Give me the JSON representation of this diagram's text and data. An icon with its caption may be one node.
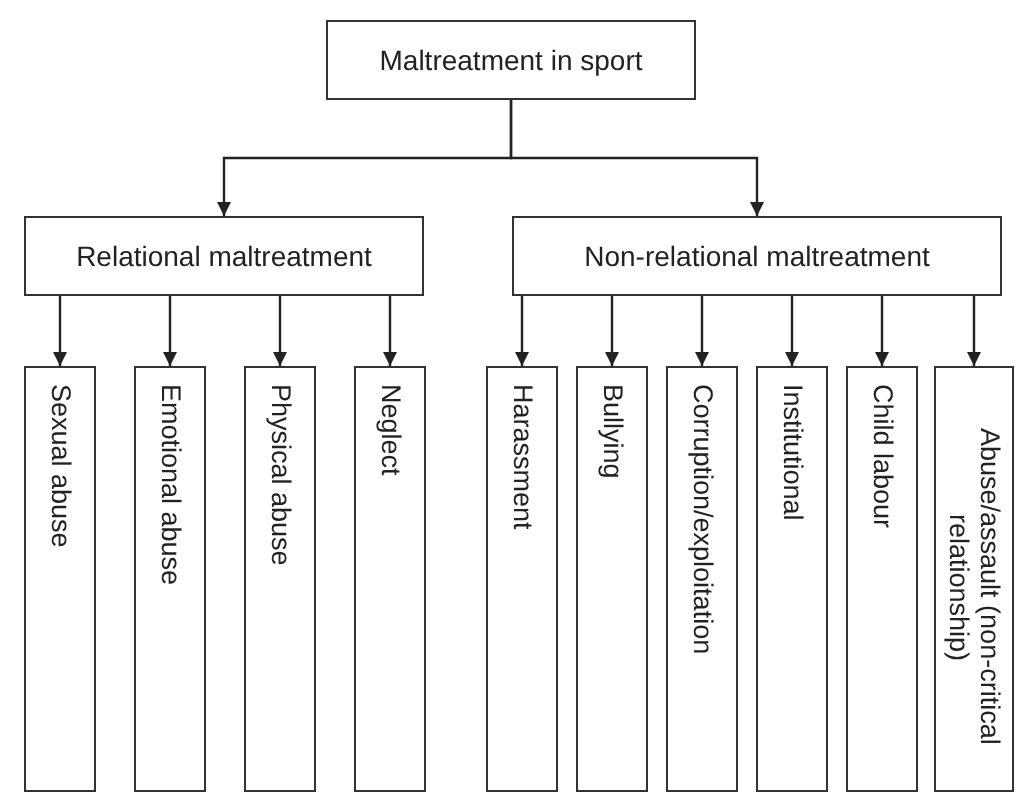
{
  "diagram": {
    "nodes": [
      {
        "text": [
          "Maltreatment in sport"
        ]
      },
      {
        "text": [
          "Relational maltreatment"
        ]
      },
      {
        "text": [
          "Non-relational maltreatment"
        ]
      },
      {
        "text": [
          "Sexual abuse"
        ]
      },
      {
        "text": [
          "Emotional abuse"
        ]
      },
      {
        "text": [
          "Physical abuse"
        ]
      },
      {
        "text": [
          "Neglect"
        ]
      },
      {
        "text": [
          "Harassment"
        ]
      },
      {
        "text": [
          "Bullying"
        ]
      },
      {
        "text": [
          "Corruption/exploitation"
        ]
      },
      {
        "text": [
          "Institutional"
        ]
      },
      {
        "text": [
          "Child labour"
        ]
      },
      {
        "text": [
          "Abuse/assault (non-critical relationship)"
        ]
      }
    ],
    "edges": [
      {
        "from": 0,
        "to": 1,
        "arrow": "to"
      },
      {
        "from": 0,
        "to": 2,
        "arrow": "to"
      },
      {
        "from": 1,
        "to": 3,
        "arrow": "to"
      },
      {
        "from": 1,
        "to": 4,
        "arrow": "to"
      },
      {
        "from": 1,
        "to": 5,
        "arrow": "to"
      },
      {
        "from": 1,
        "to": 6,
        "arrow": "to"
      },
      {
        "from": 2,
        "to": 7,
        "arrow": "to"
      },
      {
        "from": 2,
        "to": 8,
        "arrow": "to"
      },
      {
        "from": 2,
        "to": 9,
        "arrow": "to"
      },
      {
        "from": 2,
        "to": 10,
        "arrow": "to"
      },
      {
        "from": 2,
        "to": 11,
        "arrow": "to"
      },
      {
        "from": 2,
        "to": 12,
        "arrow": "to"
      }
    ]
  }
}
